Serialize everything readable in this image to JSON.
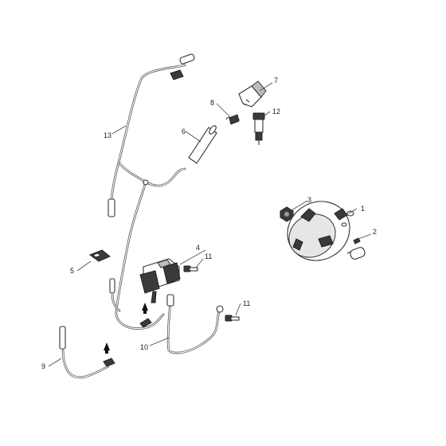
{
  "diagram": {
    "callouts": [
      {
        "id": "p1",
        "label": "1"
      },
      {
        "id": "p2",
        "label": "2"
      },
      {
        "id": "p3",
        "label": "3"
      },
      {
        "id": "p4",
        "label": "4"
      },
      {
        "id": "p5",
        "label": "5"
      },
      {
        "id": "p6",
        "label": "6"
      },
      {
        "id": "p7",
        "label": "7"
      },
      {
        "id": "p8",
        "label": "8"
      },
      {
        "id": "p9",
        "label": "9"
      },
      {
        "id": "p10",
        "label": "10"
      },
      {
        "id": "p11a",
        "label": "11"
      },
      {
        "id": "p11b",
        "label": "11"
      },
      {
        "id": "p12",
        "label": "12"
      },
      {
        "id": "p13",
        "label": "13"
      }
    ]
  }
}
